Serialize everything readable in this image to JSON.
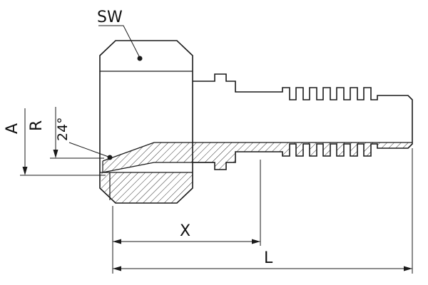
{
  "drawing": {
    "labels": {
      "wrench_size": "SW",
      "dim_a": "A",
      "dim_r": "R",
      "cone_angle": "24°",
      "dim_x": "X",
      "dim_l": "L"
    },
    "colors": {
      "line": "#1a1a1a",
      "background": "#ffffff"
    }
  }
}
